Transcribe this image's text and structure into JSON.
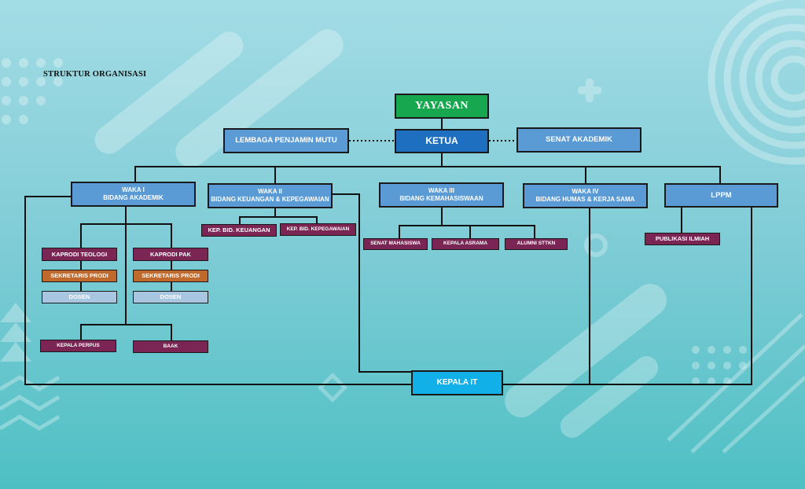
{
  "page_title": "STRUKTUR ORGANISASI",
  "colors": {
    "background_top": "#a3dce5",
    "background_bottom": "#4ec0c4",
    "yayasan": "#17a74f",
    "ketua": "#1f6fc0",
    "unit": "#5b9bd5",
    "sub_unit": "#7a2554",
    "sekretaris": "#c0692c",
    "dosen": "#a9c6e0",
    "kepala_it": "#12b0e8"
  },
  "top": {
    "yayasan": "YAYASAN",
    "ketua": "KETUA",
    "lpm": "LEMBAGA PENJAMIN MUTU",
    "senat": "SENAT AKADEMIK"
  },
  "units": {
    "waka1": {
      "line1": "WAKA I",
      "line2": "BIDANG AKADEMIK"
    },
    "waka2": {
      "line1": "WAKA II",
      "line2": "BIDANG KEUANGAN & KEPEGAWAIAN"
    },
    "waka3": {
      "line1": "WAKA III",
      "line2": "BIDANG KEMAHASISWAAN"
    },
    "waka4": {
      "line1": "WAKA IV",
      "line2": "BIDANG HUMAS  & KERJA SAMA"
    },
    "lppm": "LPPM"
  },
  "akademik": {
    "kaprodi_teologi": "KAPRODI TEOLOGI",
    "kaprodi_pak": "KAPRODI PAK",
    "sekretaris_1": "SEKRETARIS PRODI",
    "sekretaris_2": "SEKRETARIS PRODI",
    "dosen_1": "DOSEN",
    "dosen_2": "DOSEN",
    "kepala_perpus": "KEPALA PERPUS",
    "baak": "BAAK"
  },
  "keuangan": {
    "kep_keuangan": "KEP. BID. KEUANGAN",
    "kep_kepegawaian": "KEP. BID. KEPEGAWAIAN"
  },
  "kemahasiswaan": {
    "senat_mahasiswa": "SENAT MAHASISWA",
    "kepala_asrama": "KEPALA ASRAMA",
    "alumni": "ALUMNI STTKN"
  },
  "lppm_items": {
    "publikasi": "PUBLIKASI ILMIAH"
  },
  "kepala_it": "KEPALA IT"
}
